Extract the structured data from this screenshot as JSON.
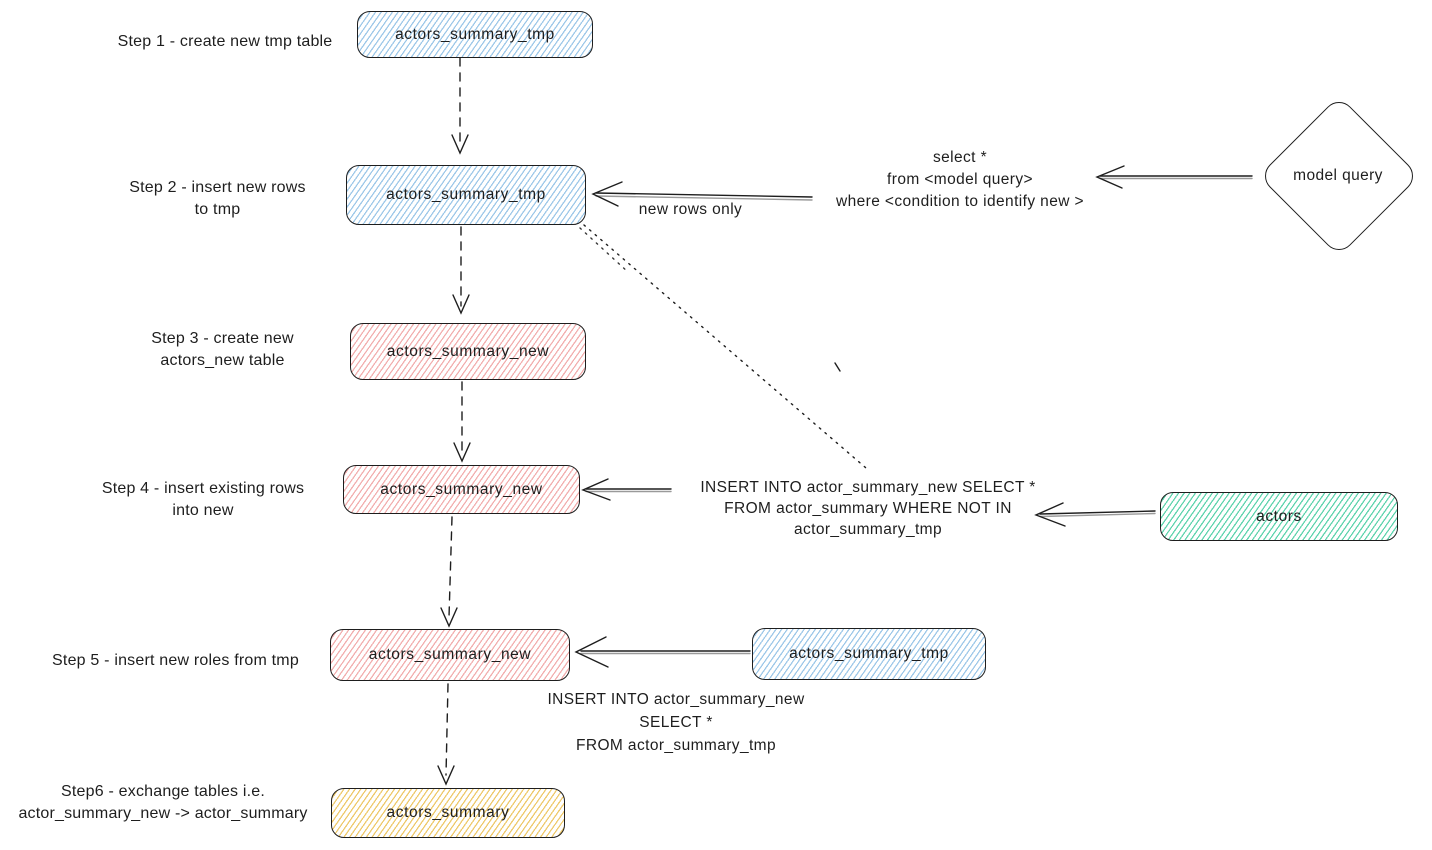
{
  "colors": {
    "blue": "#9cc7e8",
    "pink": "#f2adad",
    "teal": "#5cd3ac",
    "yellow": "#eec869",
    "stroke": "#1e1e1e"
  },
  "labels": {
    "step1": "Step 1 - create new tmp table",
    "step2": "Step 2 - insert new rows\nto tmp",
    "step3": "Step 3 - create new\nactors_new table",
    "step4": "Step 4 - insert existing rows\ninto new",
    "step5": "Step 5 - insert new roles from tmp",
    "step6": "Step6 - exchange tables i.e.\nactor_summary_new -> actor_summary"
  },
  "nodes": {
    "step1_tmp": "actors_summary_tmp",
    "step2_tmp": "actors_summary_tmp",
    "step3_new": "actors_summary_new",
    "step4_new": "actors_summary_new",
    "step5_new": "actors_summary_new",
    "step5_tmp": "actors_summary_tmp",
    "actors": "actors",
    "model_query": "model query",
    "step6_summary": "actors_summary"
  },
  "annotations": {
    "new_rows_only": "new rows only",
    "select_query": "select *\nfrom <model query>\nwhere <condition to identify new >",
    "sql_insert_existing": "INSERT INTO actor_summary_new SELECT *\nFROM actor_summary WHERE NOT IN\nactor_summary_tmp",
    "sql_insert_new": "INSERT INTO actor_summary_new\nSELECT *\nFROM actor_summary_tmp"
  }
}
